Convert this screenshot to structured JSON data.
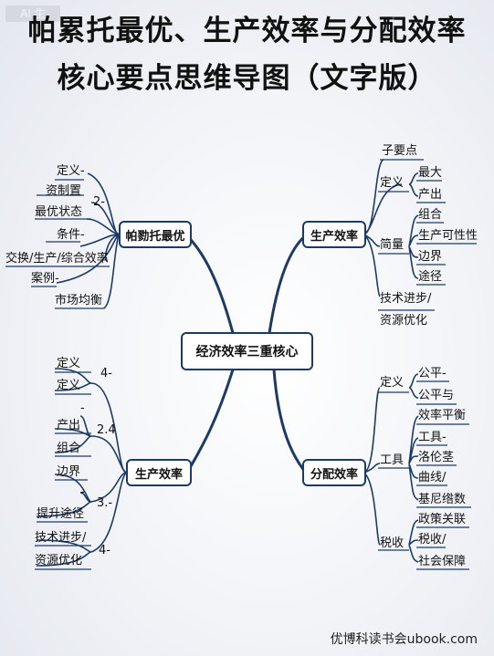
{
  "watermark": "AI 生",
  "title": {
    "line1": "帕累托最优、生产效率与分配效率",
    "line2": "核心要点思维导图（文字版）"
  },
  "center": "经济效率三重核心",
  "branches": {
    "pareto": {
      "label": "帕勠托最优",
      "items": [
        "定义-",
        "资制置",
        "2-",
        "最优状态",
        "条件-",
        "交换/生产/综合效率",
        "案例-",
        "市场均衡"
      ]
    },
    "prod_right": {
      "label": "生产效率",
      "items": [
        "子要点",
        "定义",
        "最大",
        "产出",
        "组合",
        "简量",
        "生产可性性",
        "边界",
        "途径",
        "技术进步/",
        "资源优化"
      ]
    },
    "prod_left": {
      "label": "生产效率",
      "items": [
        "定义",
        "4-",
        "定义",
        "-",
        "产出",
        "2.4",
        "组合",
        "边界",
        "-",
        "3.-",
        "提升途径",
        "技术进步/",
        "4-",
        "资源优化"
      ]
    },
    "dist": {
      "label": "分配效率",
      "items": [
        "定义",
        "公平-",
        "公平与",
        "效率平衡",
        "工具",
        "工具-",
        "洛伦茎",
        "曲线/",
        "基尼绺数",
        "税收",
        "政策关联",
        "税收/",
        "社会保障"
      ]
    }
  },
  "footer": "优博科读书会ubook.com"
}
